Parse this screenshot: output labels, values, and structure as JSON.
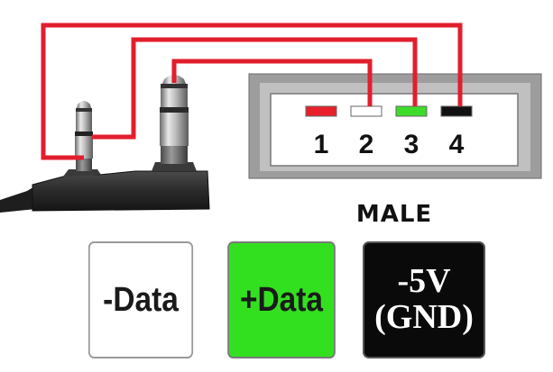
{
  "connector": {
    "gender_label": "MALE",
    "pins": [
      {
        "number": "1",
        "color": "#e8202a"
      },
      {
        "number": "2",
        "color": "#ffffff"
      },
      {
        "number": "3",
        "color": "#3ddc2a"
      },
      {
        "number": "4",
        "color": "#111111"
      }
    ]
  },
  "wire_color": "#e21e2d",
  "signals": [
    {
      "label": "-Data",
      "bg": "#ffffff"
    },
    {
      "label": "+Data",
      "bg": "#33e01f"
    },
    {
      "label_line1": "-5V",
      "label_line2": "(GND)",
      "bg": "#0a0a0a"
    }
  ]
}
